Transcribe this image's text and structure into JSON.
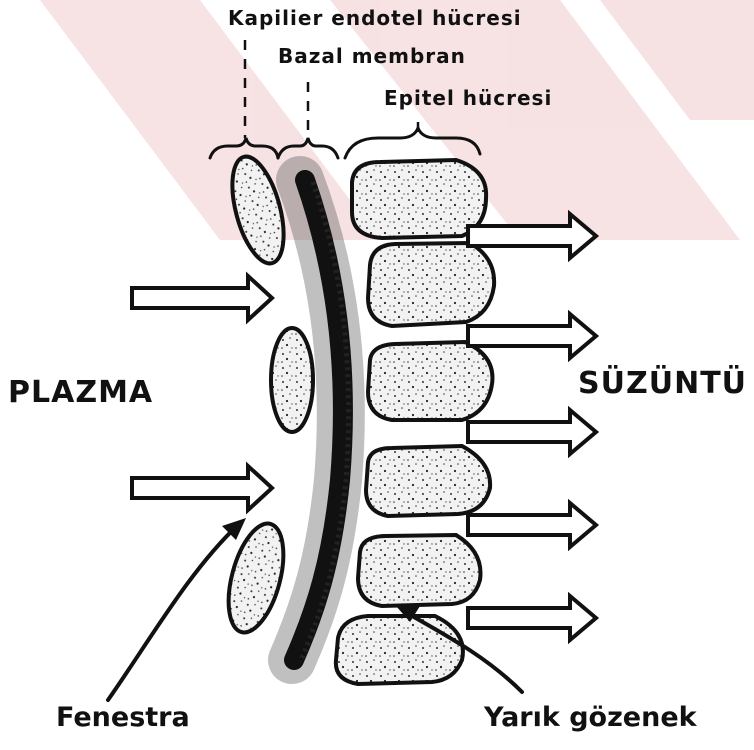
{
  "labels": {
    "capillary_endothelial_cell": "Kapilier endotel hücresi",
    "basal_membrane": "Bazal membran",
    "epithelial_cell": "Epitel hücresi",
    "plasma": "PLAZMA",
    "filtrate": "SÜZÜNTÜ",
    "fenestra": "Fenestra",
    "slit_pore": "Yarık gözenek"
  },
  "colors": {
    "watermark": "#f3d6d8",
    "ink": "#111111",
    "cell_fill": "#f2f2f2"
  }
}
